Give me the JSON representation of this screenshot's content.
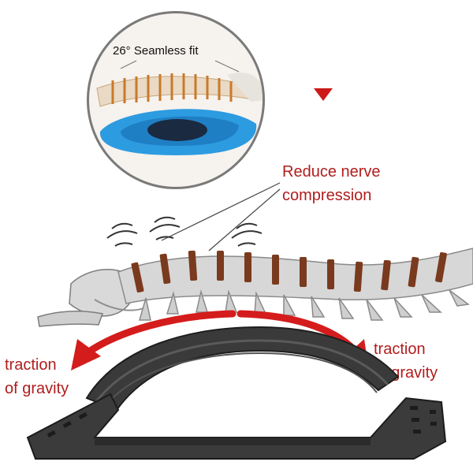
{
  "inset": {
    "label": "26° Seamless fit"
  },
  "callouts": {
    "main_line1": "Reduce nerve",
    "main_line2": "compression",
    "left_line1": "traction",
    "left_line2": "of gravity",
    "right_line1": "traction",
    "right_line2": "of gravity"
  },
  "colors": {
    "label_red": "#b01d1d",
    "arrow_red": "#d41c1c",
    "marker_red": "#cc1a1a",
    "device_dark": "#3a3a3a",
    "spine_bone": "#d7d7d7",
    "disc_brown": "#7a3a1e",
    "pad_blue": "#2d9be0"
  },
  "icons": {
    "marker": "down-triangle-icon",
    "vibration": "vibration-waves-icon"
  }
}
